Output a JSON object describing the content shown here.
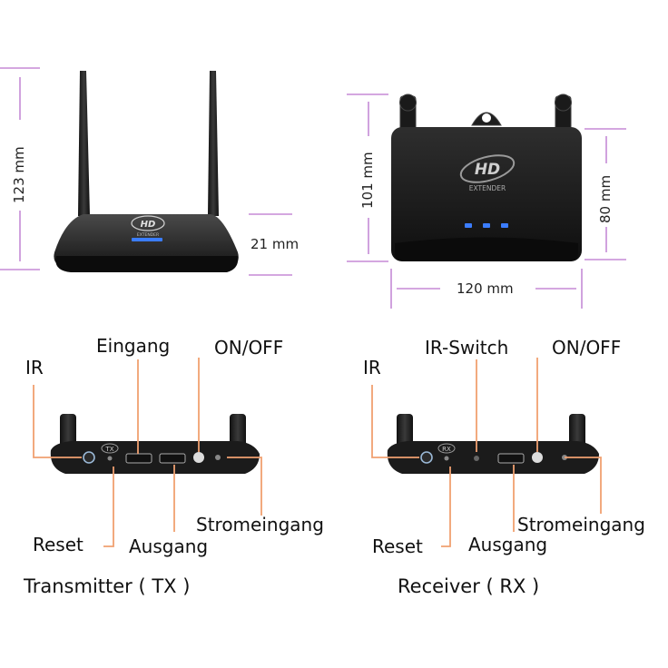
{
  "dimensions": {
    "tx_height": "123 mm",
    "tx_depth": "21 mm",
    "rx_height": "101 mm",
    "rx_side_height": "80 mm",
    "rx_width": "120 mm"
  },
  "logo": {
    "mark": "HD",
    "text": "EXTENDER"
  },
  "tx": {
    "badge": "TX",
    "labels": {
      "ir": "IR",
      "input": "Eingang",
      "power_switch": "ON/OFF",
      "reset": "Reset",
      "output": "Ausgang",
      "power_in": "Stromeingang"
    },
    "caption": "Transmitter ( TX )"
  },
  "rx": {
    "badge": "RX",
    "labels": {
      "ir": "IR",
      "ir_switch": "IR-Switch",
      "power_switch": "ON/OFF",
      "reset": "Reset",
      "output": "Ausgang",
      "power_in": "Stromeingang"
    },
    "caption": "Receiver ( RX )"
  },
  "colors": {
    "dimension_line": "#c58ad6",
    "callout_line": "#f0a070",
    "device": "#1c1c1c",
    "led": "#3b7dff"
  }
}
